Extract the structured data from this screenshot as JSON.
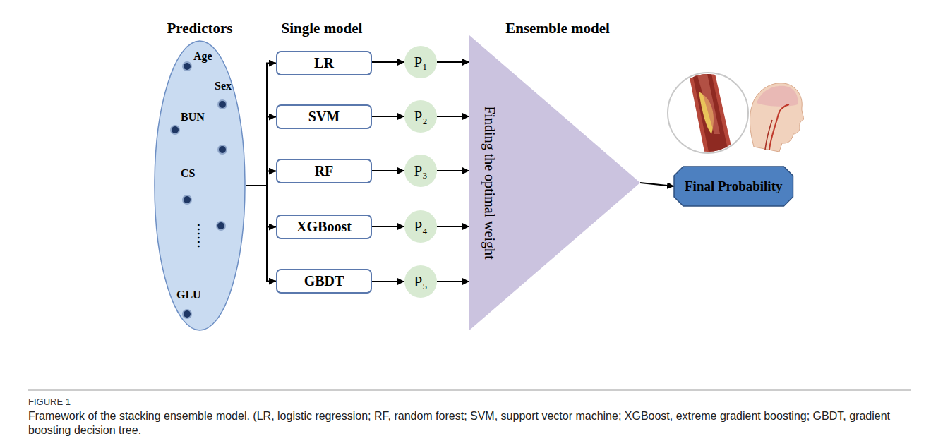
{
  "diagram": {
    "caption": "Framework of the stacking ensemble model. (LR, logistic regression; RF, random forest; SVM, support vector machine; XGBoost, extreme gradient boosting; GBDT, gradient boosting decision tree.",
    "nodes": [
      {
        "text": [
          "Age",
          "Sex",
          "BUN",
          "CS",
          "......",
          "GLU"
        ]
      },
      {
        "text": [
          "LR"
        ]
      },
      {
        "text": [
          "SVM"
        ]
      },
      {
        "text": [
          "RF"
        ]
      },
      {
        "text": [
          "XGBoost"
        ]
      },
      {
        "text": [
          "GBDT"
        ]
      },
      {
        "text": [
          "P₁"
        ]
      },
      {
        "text": [
          "P₂"
        ]
      },
      {
        "text": [
          "P₃"
        ]
      },
      {
        "text": [
          "P₄"
        ]
      },
      {
        "text": [
          "P₅"
        ]
      },
      {
        "text": [
          "Finding the optimal weight"
        ]
      },
      {
        "text": [
          "Final Probability"
        ]
      }
    ],
    "edges": [
      {
        "from": 0,
        "to": 1,
        "arrow": "to"
      },
      {
        "from": 0,
        "to": 2,
        "arrow": "to"
      },
      {
        "from": 0,
        "to": 3,
        "arrow": "to"
      },
      {
        "from": 0,
        "to": 4,
        "arrow": "to"
      },
      {
        "from": 0,
        "to": 5,
        "arrow": "to"
      },
      {
        "from": 1,
        "to": 6,
        "arrow": "to"
      },
      {
        "from": 2,
        "to": 7,
        "arrow": "to"
      },
      {
        "from": 3,
        "to": 8,
        "arrow": "to"
      },
      {
        "from": 4,
        "to": 9,
        "arrow": "to"
      },
      {
        "from": 5,
        "to": 10,
        "arrow": "to"
      },
      {
        "from": 6,
        "to": 11,
        "arrow": "to"
      },
      {
        "from": 7,
        "to": 11,
        "arrow": "to"
      },
      {
        "from": 8,
        "to": 11,
        "arrow": "to"
      },
      {
        "from": 9,
        "to": 11,
        "arrow": "to"
      },
      {
        "from": 10,
        "to": 11,
        "arrow": "to"
      },
      {
        "from": 11,
        "to": 12,
        "arrow": "to"
      }
    ],
    "labels": [
      "Predictors",
      "Single model",
      "Ensemble model",
      "FIGURE 1"
    ]
  }
}
